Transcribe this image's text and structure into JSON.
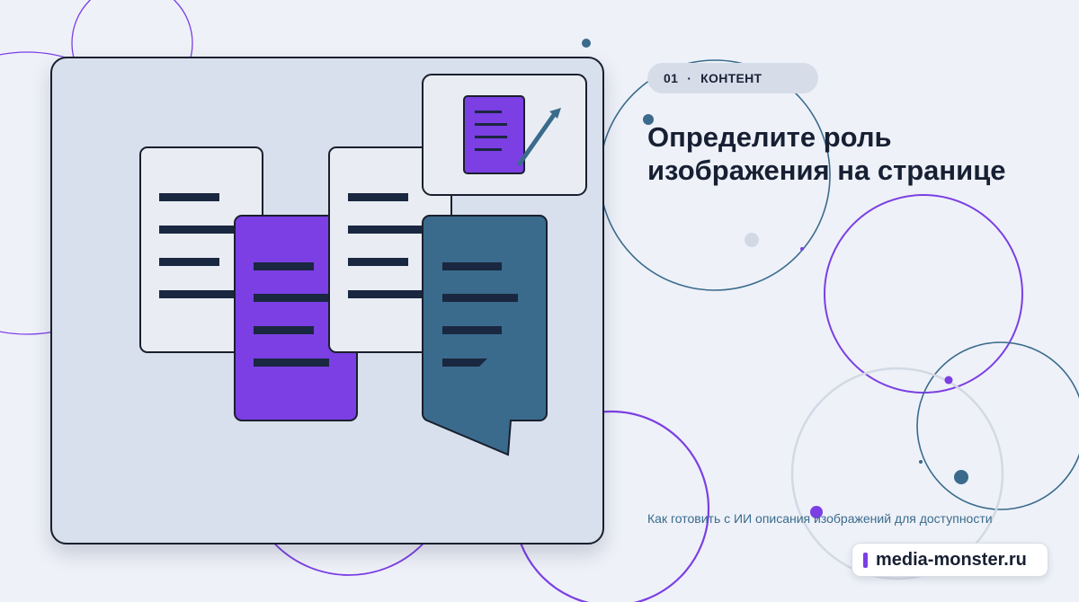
{
  "section": {
    "number": "01",
    "separator": "·",
    "label": "КОНТЕНТ"
  },
  "title": {
    "line1": "Определите роль",
    "line2": "изображения на странице"
  },
  "subtitle": "Как готовить с ИИ описания изображений для доступности",
  "brand": {
    "text": "media-monster.ru",
    "accent_color": "#7b3fe4"
  },
  "colors": {
    "background": "#eef1f8",
    "card": "#d7e0ec",
    "purple": "#7b3fe4",
    "steel_blue": "#3a6b8c",
    "navy": "#172033",
    "page_light": "#e9edf3"
  },
  "icons": [
    "document-icon",
    "pencil-icon",
    "speech-bubble-icon"
  ]
}
